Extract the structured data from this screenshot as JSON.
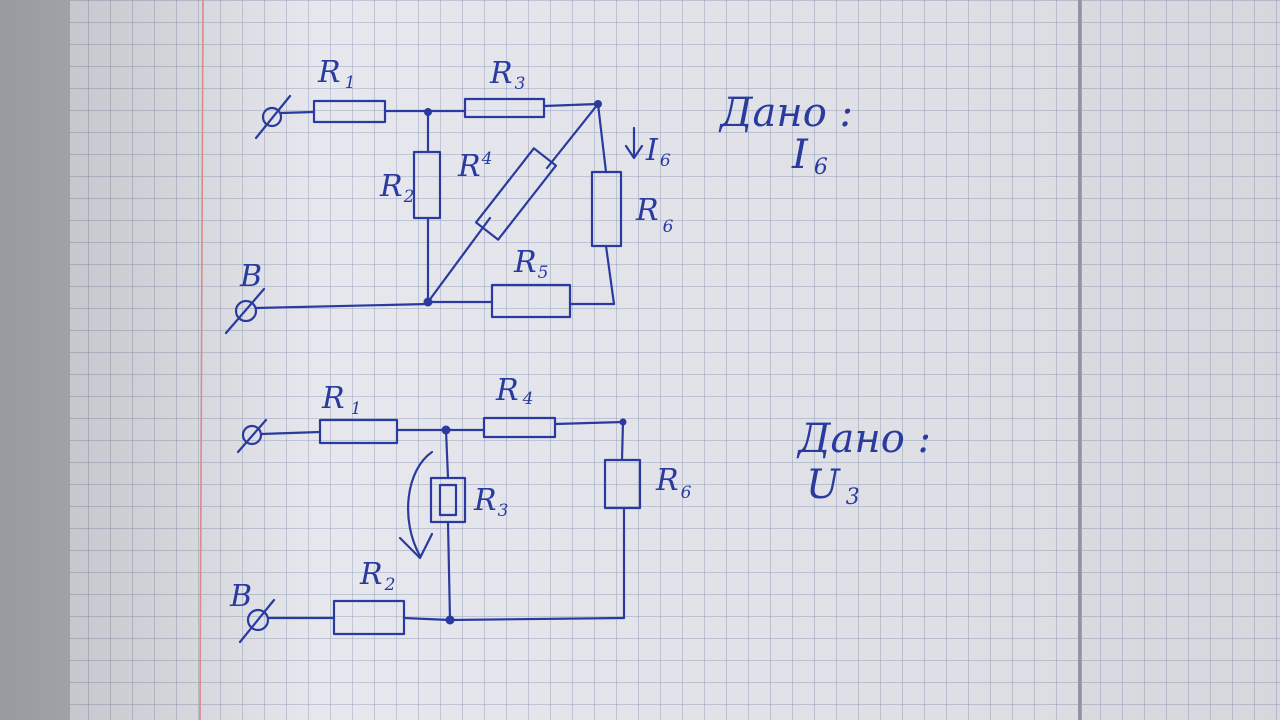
{
  "colors": {
    "ink": "#2a3a9e",
    "paper": "#e6e8ee",
    "grid": "#9aa4bd",
    "margin_line": "#d98a8a"
  },
  "circuit_top": {
    "resistors": [
      {
        "letter": "R",
        "sub": "1"
      },
      {
        "letter": "R",
        "sub": "3"
      },
      {
        "letter": "R",
        "sub": "2"
      },
      {
        "letter": "R",
        "sub": "4"
      },
      {
        "letter": "R",
        "sub": "6"
      },
      {
        "letter": "R",
        "sub": "5"
      }
    ],
    "terminal_label": "B",
    "current_label": {
      "letter": "I",
      "sub": "6"
    },
    "given": {
      "title": "Дано :",
      "quantity_letter": "I",
      "quantity_sub": "6"
    }
  },
  "circuit_bottom": {
    "resistors": [
      {
        "letter": "R",
        "sub": "1"
      },
      {
        "letter": "R",
        "sub": "4"
      },
      {
        "letter": "R",
        "sub": "3"
      },
      {
        "letter": "R",
        "sub": "6"
      },
      {
        "letter": "R",
        "sub": "2"
      }
    ],
    "terminal_label": "B",
    "given": {
      "title": "Дано :",
      "quantity_letter": "U",
      "quantity_sub": "3"
    }
  }
}
